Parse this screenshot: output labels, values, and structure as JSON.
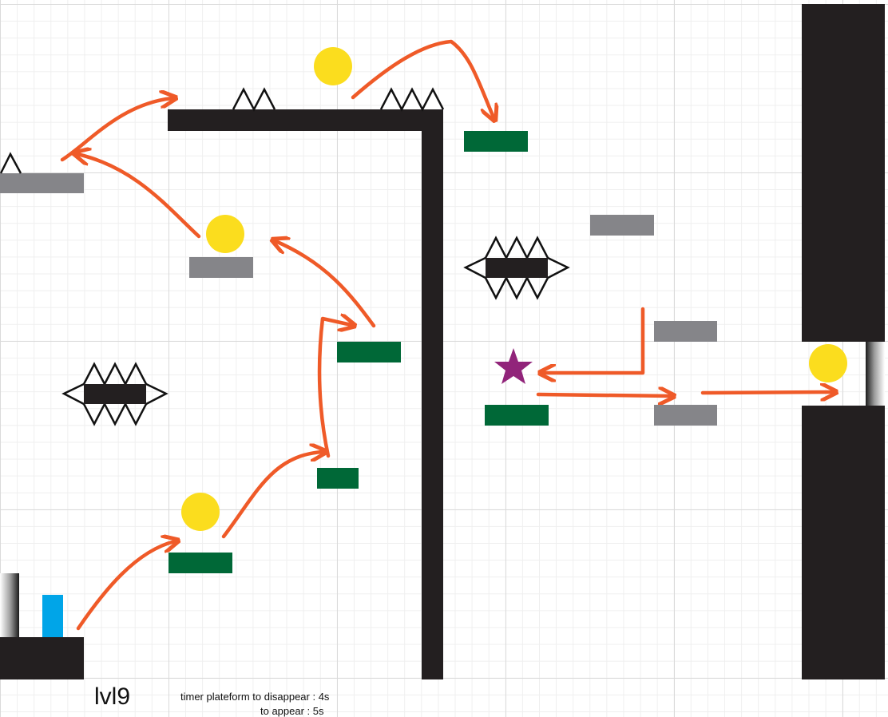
{
  "level": {
    "name": "lvl9"
  },
  "notes": {
    "timer_disappear": "timer plateform to disappear : 4s",
    "timer_appear": "to appear : 5s"
  },
  "colors": {
    "wall": "#231f20",
    "platform_timed": "#006837",
    "platform_static": "#858589",
    "coin": "#fbdd1e",
    "player": "#00a5e8",
    "star": "#91247a",
    "path_arrow": "#ef5a28"
  },
  "icons": {
    "spike": "triangle-spike",
    "coin": "circle",
    "star": "five-point-star",
    "player": "rectangle"
  }
}
